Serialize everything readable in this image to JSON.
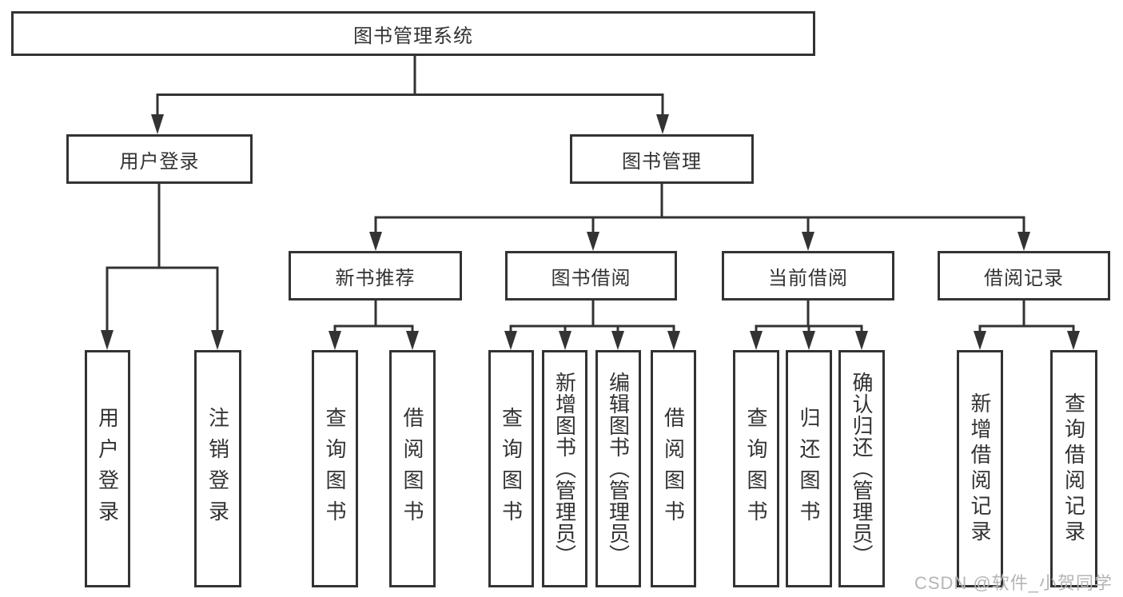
{
  "colors": {
    "background": "#ffffff",
    "line": "#333333",
    "box_fill": "#ffffff",
    "text": "#333333",
    "watermark": "#b5b5b5"
  },
  "root": {
    "label": "图书管理系统"
  },
  "branches": [
    {
      "label": "用户登录",
      "children": [
        {
          "label": "用户登录"
        },
        {
          "label": "注销登录"
        }
      ]
    },
    {
      "label": "图书管理",
      "children": [
        {
          "label": "新书推荐",
          "children": [
            {
              "label": "查询图书"
            },
            {
              "label": "借阅图书"
            }
          ]
        },
        {
          "label": "图书借阅",
          "children": [
            {
              "label": "查询图书"
            },
            {
              "label": "新增图书（管理员）"
            },
            {
              "label": "编辑图书（管理员）"
            },
            {
              "label": "借阅图书"
            }
          ]
        },
        {
          "label": "当前借阅",
          "children": [
            {
              "label": "查询图书"
            },
            {
              "label": "归还图书"
            },
            {
              "label": "确认归还（管理员）"
            }
          ]
        },
        {
          "label": "借阅记录",
          "children": [
            {
              "label": "新增借阅记录"
            },
            {
              "label": "查询借阅记录"
            }
          ]
        }
      ]
    }
  ],
  "watermark": {
    "text": "CSDN @软件_小贺同学"
  }
}
